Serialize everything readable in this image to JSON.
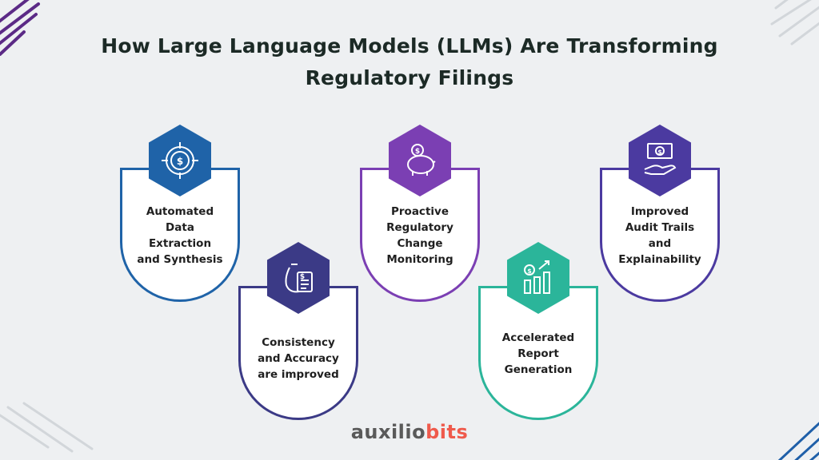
{
  "title": {
    "line1": "How Large Language Models (LLMs) Are Transforming",
    "line2": "Regulatory Filings"
  },
  "cards": [
    {
      "lines": [
        "Automated",
        "Data",
        "Extraction",
        "and Synthesis"
      ],
      "icon": "target-dollar-icon",
      "color": "#1f63a8"
    },
    {
      "lines": [
        "Consistency",
        "and Accuracy",
        "are improved"
      ],
      "icon": "money-bag-document-icon",
      "color": "#3b3a86"
    },
    {
      "lines": [
        "Proactive",
        "Regulatory",
        "Change",
        "Monitoring"
      ],
      "icon": "piggy-bank-icon",
      "color": "#7b3fb3"
    },
    {
      "lines": [
        "Accelerated",
        "Report",
        "Generation"
      ],
      "icon": "growth-chart-icon",
      "color": "#2bb59a"
    },
    {
      "lines": [
        "Improved",
        "Audit Trails",
        "and",
        "Explainability"
      ],
      "icon": "hand-cash-icon",
      "color": "#4b3aa0"
    }
  ],
  "logo": {
    "part1": "auxilio",
    "part2": "bits"
  }
}
